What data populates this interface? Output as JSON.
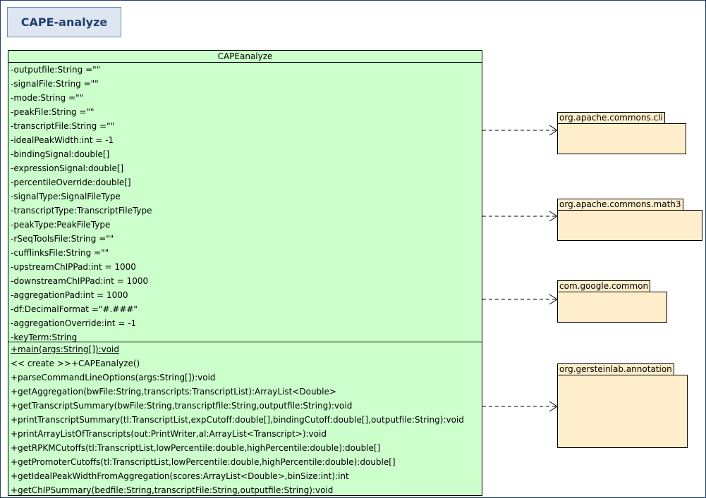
{
  "diagram_title": "CAPE-analyze",
  "class": {
    "name": "CAPEanalyze",
    "attributes": [
      "-outputfile:String =\"\"",
      "-signalFile:String =\"\"",
      "-mode:String =\"\"",
      "-peakFile:String =\"\"",
      "-transcriptFile:String =\"\"",
      "-idealPeakWidth:int = -1",
      "-bindingSignal:double[]",
      "-expressionSignal:double[]",
      "-percentileOverride:double[]",
      "-signalType:SignalFileType",
      "-transcriptType:TranscriptFileType",
      "-peakType:PeakFileType",
      "-rSeqToolsFile:String =\"\"",
      "-cufflinksFile:String =\"\"",
      "-upstreamChIPPad:int = 1000",
      "-downstreamChIPPad:int = 1000",
      "-aggregationPad:int = 1000",
      "-df:DecimalFormat =\"#.###\"",
      "-aggregationOverride:int = -1",
      "-keyTerm:String"
    ],
    "operations": [
      "+main(args:String[]):void",
      "<< create >>+CAPEanalyze()",
      "+parseCommandLineOptions(args:String[]):void",
      "+getAggregation(bwFile:String,transcripts:TranscriptList):ArrayList<Double>",
      "+getTranscriptSummary(bwFile:String,transcriptfile:String,outputfile:String):void",
      "+printTranscriptSummary(tl:TranscriptList,expCutoff:double[],bindingCutoff:double[],outputfile:String):void",
      "+printArrayListOfTranscripts(out:PrintWriter,al:ArrayList<Transcript>):void",
      "+getRPKMCutoffs(tl:TranscriptList,lowPercentile:double,highPercentile:double):double[]",
      "+getPromoterCutoffs(tl:TranscriptList,lowPercentile:double,highPercentile:double):double[]",
      "+getIdealPeakWidthFromAggregation(scores:ArrayList<Double>,binSize:int):int",
      "+getChIPSummary(bedfile:String,transcriptFile:String,outputfile:String):void"
    ]
  },
  "packages": [
    "org.apache.commons.cli",
    "org.apache.commons.math3",
    "com.google.common",
    "org.gersteinlab.annotation"
  ],
  "colors": {
    "class_fill": "#ccffcc",
    "package_fill": "#ffeecc",
    "title_fill": "#dde6f1",
    "title_text": "#1f3f6e"
  }
}
